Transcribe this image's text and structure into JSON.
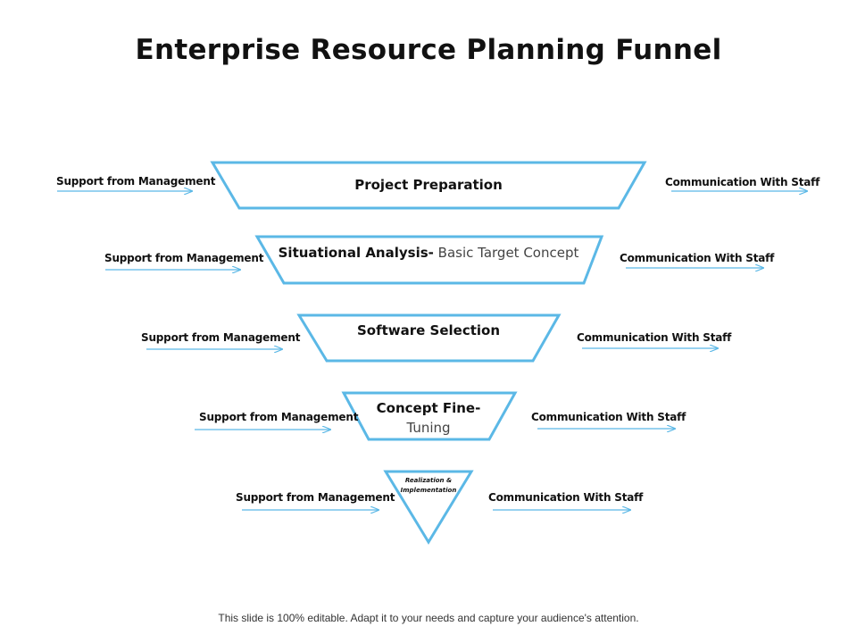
{
  "title": "Enterprise Resource Planning Funnel",
  "footer": "This slide is 100% editable. Adapt it to your needs and capture your audience's attention.",
  "colors": {
    "accent": "#5bb8e6",
    "text": "#111111"
  },
  "stages": [
    {
      "bold": "Project Preparation",
      "light": "",
      "left_label": "Support from Management",
      "right_label": "Communication With Staff"
    },
    {
      "bold": "Situational Analysis-",
      "light": "Basic Target Concept",
      "left_label": "Support from Management",
      "right_label": "Communication With Staff"
    },
    {
      "bold": "Software Selection",
      "light": "",
      "left_label": "Support from Management",
      "right_label": "Communication With Staff"
    },
    {
      "bold": "Concept Fine-",
      "light": "Tuning",
      "left_label": "Support from Management",
      "right_label": "Communication With Staff"
    },
    {
      "bold": "Realization & Implementation",
      "light": "",
      "left_label": "Support from Management",
      "right_label": "Communication With Staff"
    }
  ]
}
